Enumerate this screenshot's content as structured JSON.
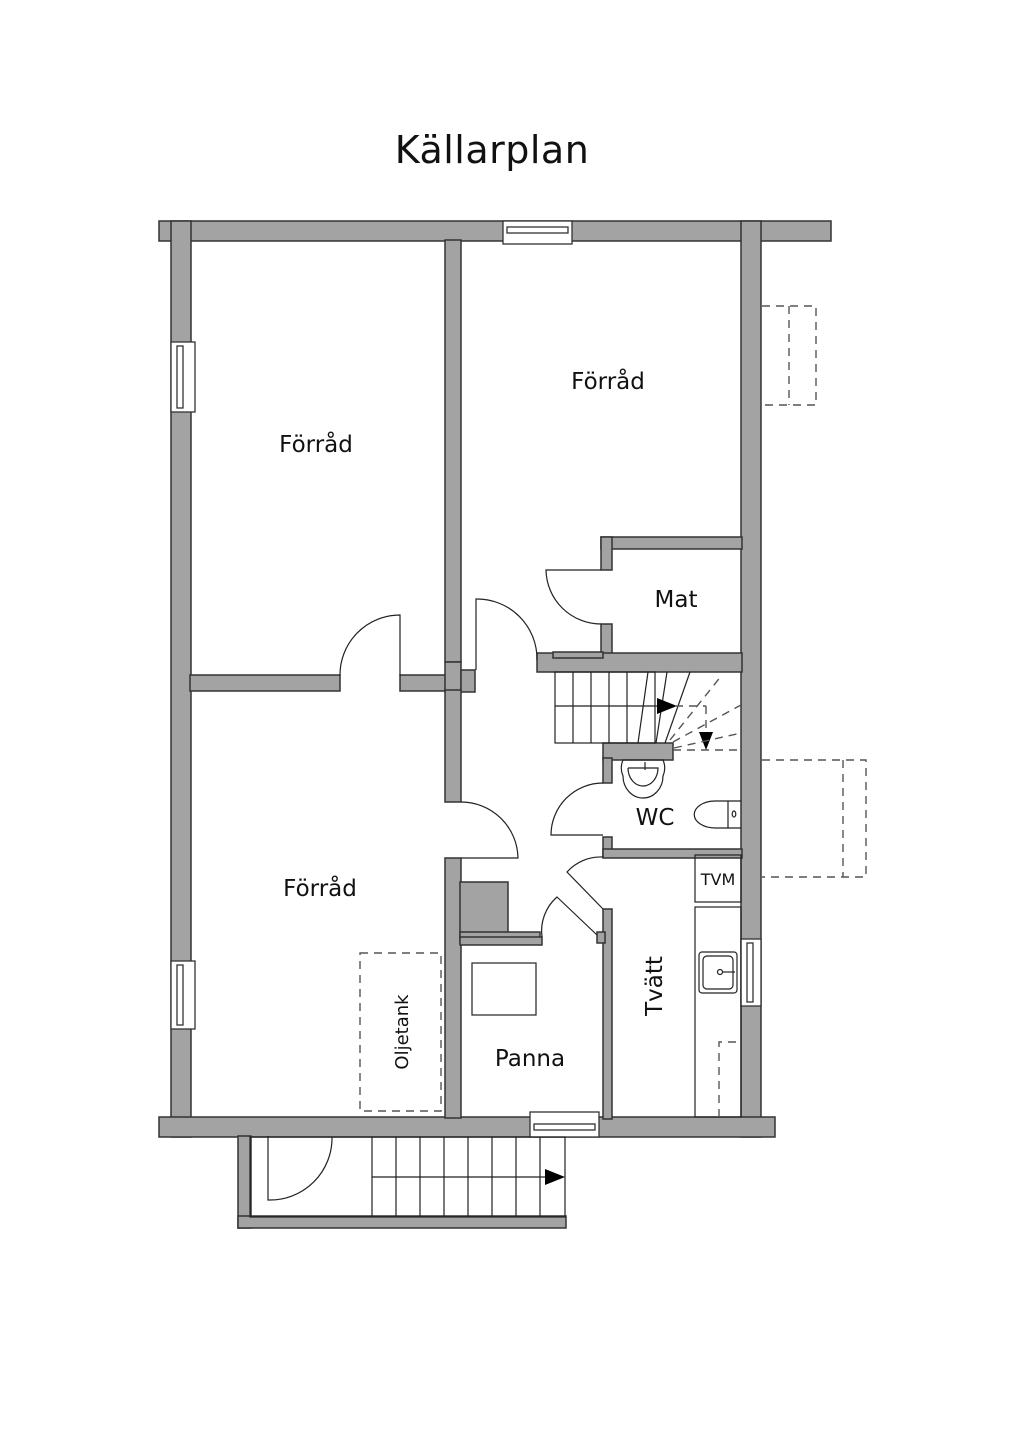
{
  "title": "Källarplan",
  "rooms": [
    {
      "id": "forrad-nw",
      "label": "Förråd"
    },
    {
      "id": "forrad-ne",
      "label": "Förråd"
    },
    {
      "id": "forrad-sw",
      "label": "Förråd"
    },
    {
      "id": "mat",
      "label": "Mat"
    },
    {
      "id": "wc",
      "label": "WC"
    },
    {
      "id": "panna",
      "label": "Panna"
    },
    {
      "id": "tvatt",
      "label": "Tvätt"
    }
  ],
  "fixtures": {
    "oil_tank": "Oljetank",
    "washing_machine": "TVM"
  },
  "colors": {
    "wall": "#a3a3a3",
    "line": "#222222",
    "background": "#ffffff"
  }
}
